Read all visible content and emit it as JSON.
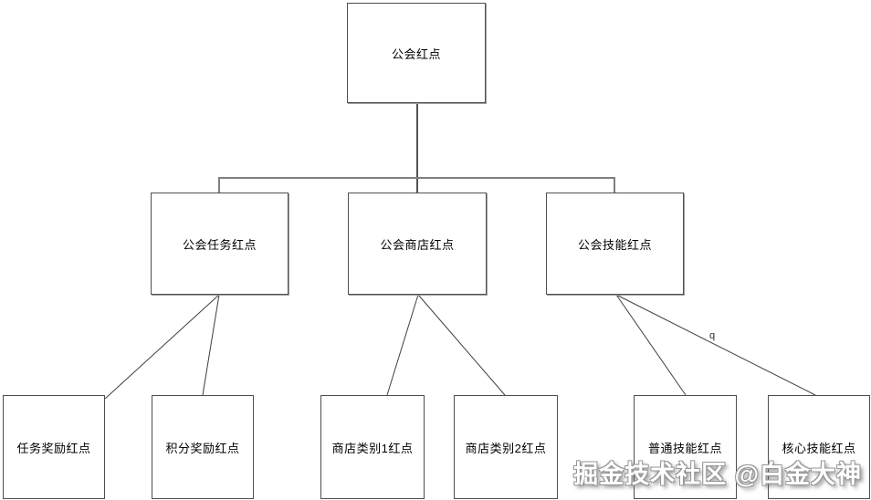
{
  "diagram": {
    "type": "tree",
    "nodes": [
      {
        "id": "guild-root",
        "label": "公会红点",
        "level": 0
      },
      {
        "id": "guild-task",
        "label": "公会任务红点",
        "level": 1
      },
      {
        "id": "guild-shop",
        "label": "公会商店红点",
        "level": 1
      },
      {
        "id": "guild-skill",
        "label": "公会技能红点",
        "level": 1
      },
      {
        "id": "task-reward",
        "label": "任务奖励红点",
        "level": 2
      },
      {
        "id": "point-reward",
        "label": "积分奖励红点",
        "level": 2
      },
      {
        "id": "shop-cat1",
        "label": "商店类别1红点",
        "level": 2
      },
      {
        "id": "shop-cat2",
        "label": "商店类别2红点",
        "level": 2
      },
      {
        "id": "normal-skill",
        "label": "普通技能红点",
        "level": 2
      },
      {
        "id": "core-skill",
        "label": "核心技能红点",
        "level": 2
      }
    ],
    "edges": [
      {
        "from": "guild-root",
        "to": "guild-task"
      },
      {
        "from": "guild-root",
        "to": "guild-shop"
      },
      {
        "from": "guild-root",
        "to": "guild-skill"
      },
      {
        "from": "guild-task",
        "to": "task-reward"
      },
      {
        "from": "guild-task",
        "to": "point-reward"
      },
      {
        "from": "guild-shop",
        "to": "shop-cat1"
      },
      {
        "from": "guild-shop",
        "to": "shop-cat2"
      },
      {
        "from": "guild-skill",
        "to": "normal-skill"
      },
      {
        "from": "guild-skill",
        "to": "core-skill",
        "label": "q"
      }
    ],
    "watermark": "掘金技术社区 @白金大神",
    "colors": {
      "background": "#ffffff",
      "node_fill": "#ffffff",
      "node_border": "#4f4f4f",
      "node_shadow": "#9e9e9e",
      "line": "#3f3f3f",
      "bus_line": "#7f7f7f",
      "text": "#000000",
      "watermark_fill": "#ffffff",
      "watermark_outline": "#969696"
    }
  }
}
